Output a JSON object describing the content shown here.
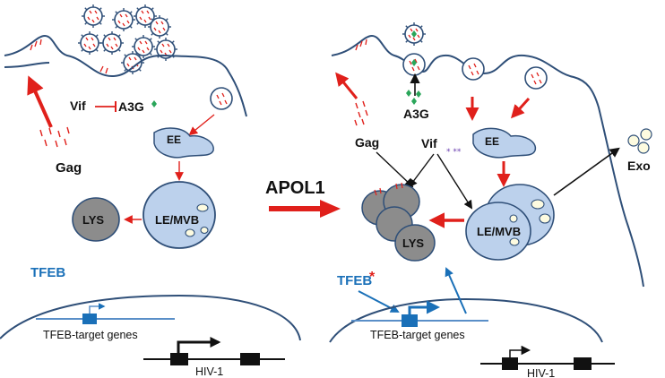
{
  "colors": {
    "membrane": "#2f4f78",
    "red": "#e0201b",
    "organelle_fill": "#bcd1ec",
    "lys_fill": "#8c8c8c",
    "tfeb": "#1a70b8",
    "green": "#2aa65a",
    "purple": "#6a3fb0"
  },
  "left": {
    "vif": "Vif",
    "a3g": "A3G",
    "gag": "Gag",
    "ee": "EE",
    "le_mvb": "LE/MVB",
    "lys": "LYS",
    "tfeb": "TFEB",
    "tfeb_genes": "TFEB-target genes",
    "hiv": "HIV-1"
  },
  "center": {
    "apol1": "APOL1"
  },
  "right": {
    "a3g": "A3G",
    "gag": "Gag",
    "vif": "Vif",
    "ee": "EE",
    "exo": "Exo",
    "le_mvb": "LE/MVB",
    "lys": "LYS",
    "tfeb": "TFEB",
    "tfeb_star": "*",
    "tfeb_genes": "TFEB-target genes",
    "hiv": "HIV-1"
  }
}
